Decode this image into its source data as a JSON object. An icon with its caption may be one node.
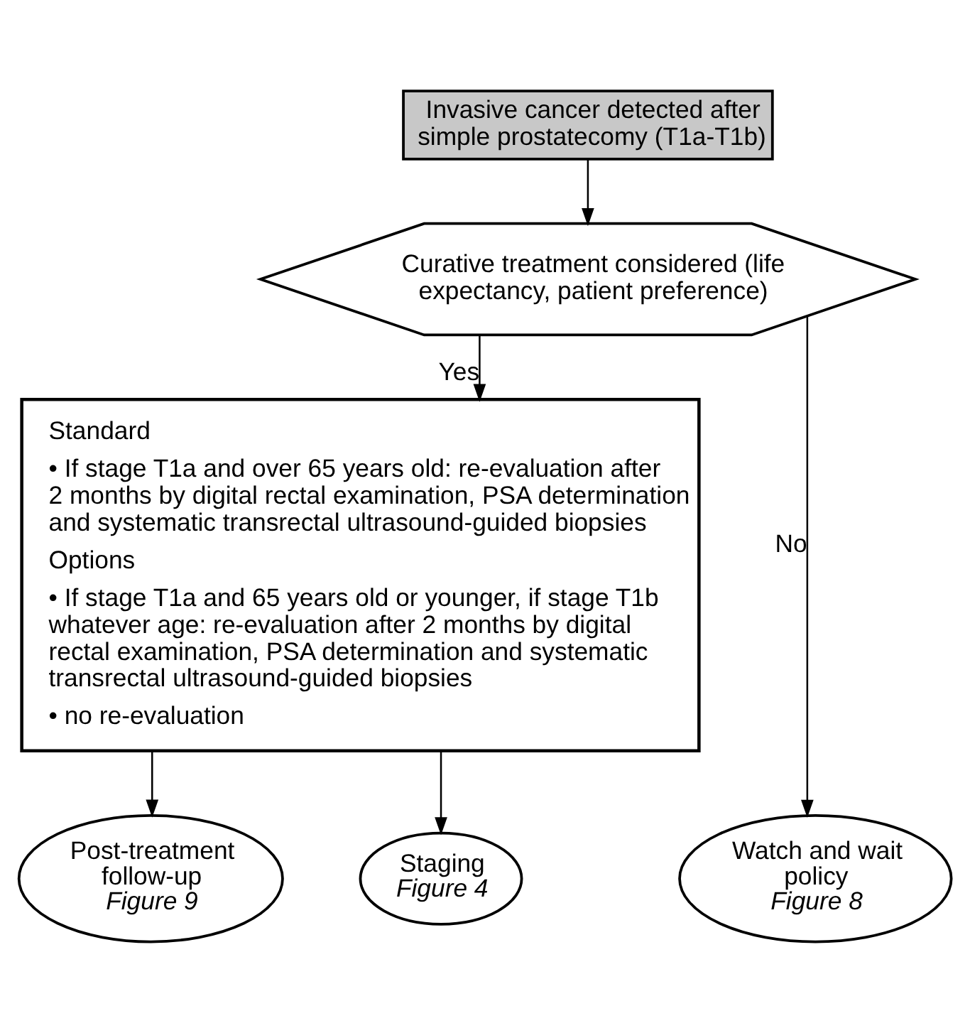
{
  "diagram": {
    "nodes": [
      {
        "text": [
          "Invasive cancer detected after simple prostatecomy (T1a-T1b)"
        ]
      },
      {
        "text": [
          "Curative treatment considered (life expectancy, patient preference)"
        ]
      },
      {
        "text": [
          "Standard",
          "• If stage T1a and over 65 years old: re-evaluation after 2 months by digital rectal examination, PSA determination and systematic transrectal ultrasound-guided biopsies",
          "Options",
          "• If stage T1a and 65 years old or younger, if stage T1b whatever age: re-evaluation after 2 months by digital rectal examination, PSA determination and systematic transrectal ultrasound-guided biopsies",
          "• no re-evaluation"
        ]
      },
      {
        "text": [
          "Watch and wait policy",
          "Figure 8"
        ]
      },
      {
        "text": [
          "Post-treatment follow-up",
          "Figure 9"
        ]
      },
      {
        "text": [
          "Staging",
          "Figure 4"
        ]
      }
    ],
    "edges": [
      {
        "from": 0,
        "to": 1,
        "arrow": "to"
      },
      {
        "from": 1,
        "to": 3,
        "label": "No",
        "arrow": "to"
      },
      {
        "from": 1,
        "to": 2,
        "label": "Yes",
        "arrow": "to"
      },
      {
        "from": 2,
        "to": 4,
        "arrow": "to"
      },
      {
        "from": 2,
        "to": 5,
        "arrow": "to"
      }
    ]
  }
}
